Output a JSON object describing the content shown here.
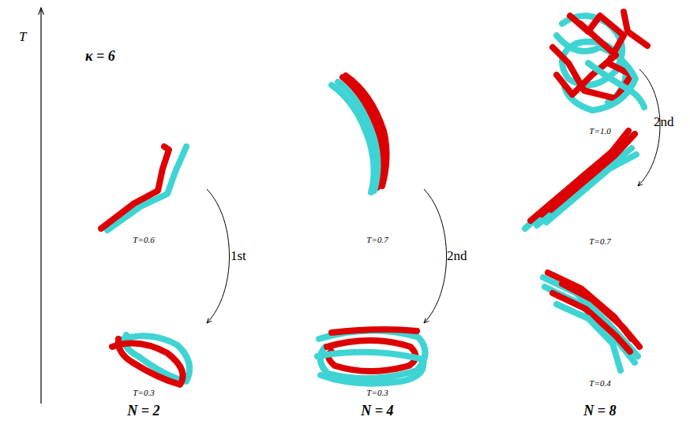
{
  "diagram": {
    "labels": [
      "T",
      "κ = 6",
      "T=1.0",
      "2nd",
      "T=0.6",
      "1st",
      "T=0.7",
      "2nd",
      "T=0.7",
      "T=0.3",
      "T=0.3",
      "T=0.4",
      "N = 2",
      "N = 4",
      "N = 8"
    ]
  }
}
